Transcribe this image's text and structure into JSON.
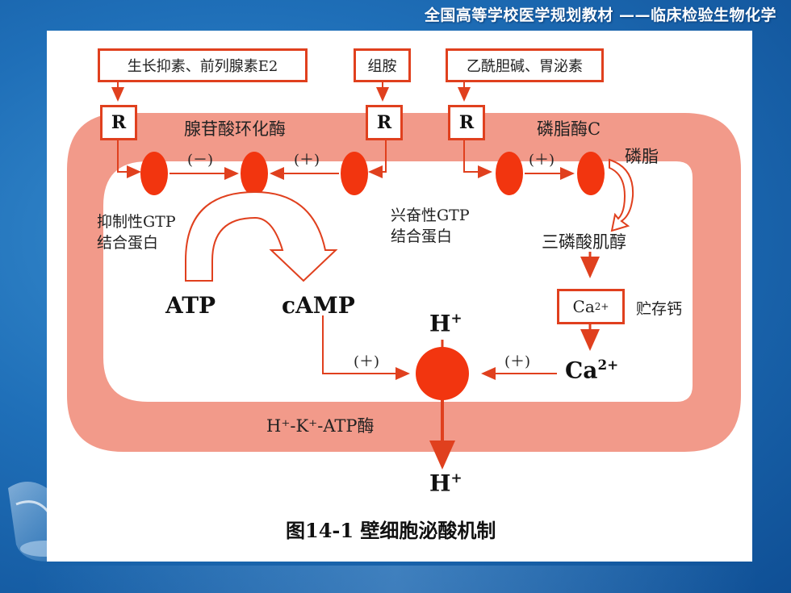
{
  "header": {
    "banner": "全国高等学校医学规划教材 ——临床检验生物化学"
  },
  "figure": {
    "caption": "图14-1  壁细胞泌酸机制",
    "ligands": {
      "left": "生长抑素、前列腺素E2",
      "middle": "组胺",
      "right": "乙酰胆碱、胃泌素"
    },
    "receptor_label": "R",
    "labels": {
      "adenylate_cyclase": "腺苷酸环化酶",
      "phospholipase_c": "磷脂酶C",
      "phospholipid": "磷脂",
      "inhibitory_g": [
        "抑制性GTP",
        "结合蛋白"
      ],
      "stimulatory_g": [
        "兴奋性GTP",
        "结合蛋白"
      ],
      "ip3": "三磷酸肌醇",
      "atp": "ATP",
      "camp": "cAMP",
      "ca_store_label": "贮存钙",
      "pump": "H⁺-K⁺-ATP酶"
    },
    "signs": {
      "minus": "(－)",
      "plus": "(＋)"
    },
    "ions": {
      "h_base": "H",
      "h_sup": "+",
      "ca_base": "Ca",
      "ca_sup": "2+"
    },
    "colors": {
      "membrane": "#f29a8a",
      "accent": "#e0401e",
      "node": "#f2350f"
    }
  }
}
